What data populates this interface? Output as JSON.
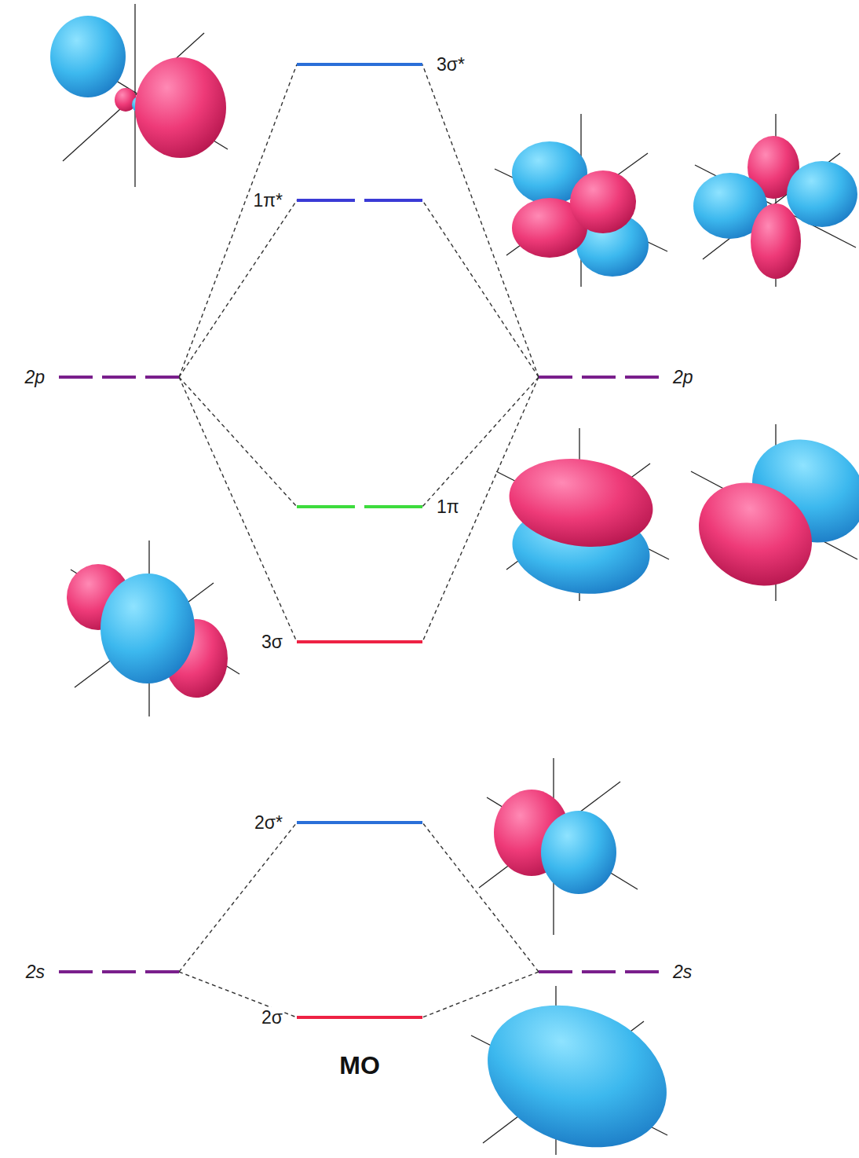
{
  "diagram": {
    "nodes": [
      {
        "text": [
          "3σ*"
        ]
      },
      {
        "text": [
          "1π*"
        ]
      },
      {
        "text": [
          "2p"
        ]
      },
      {
        "text": [
          "2p"
        ]
      },
      {
        "text": [
          "1π"
        ]
      },
      {
        "text": [
          "3σ"
        ]
      },
      {
        "text": [
          "2σ*"
        ]
      },
      {
        "text": [
          "2s"
        ]
      },
      {
        "text": [
          "2s"
        ]
      },
      {
        "text": [
          "2σ"
        ]
      }
    ],
    "edges": [
      {
        "from": 2,
        "to": 0,
        "arrow": "none"
      },
      {
        "from": 2,
        "to": 1,
        "arrow": "none"
      },
      {
        "from": 2,
        "to": 4,
        "arrow": "none"
      },
      {
        "from": 2,
        "to": 5,
        "arrow": "none"
      },
      {
        "from": 3,
        "to": 0,
        "arrow": "none"
      },
      {
        "from": 3,
        "to": 1,
        "arrow": "none"
      },
      {
        "from": 3,
        "to": 4,
        "arrow": "none"
      },
      {
        "from": 3,
        "to": 5,
        "arrow": "none"
      },
      {
        "from": 7,
        "to": 6,
        "arrow": "none"
      },
      {
        "from": 7,
        "to": 9,
        "arrow": "none"
      },
      {
        "from": 8,
        "to": 6,
        "arrow": "none"
      },
      {
        "from": 8,
        "to": 9,
        "arrow": "none"
      }
    ],
    "labels": [
      "MO"
    ]
  }
}
